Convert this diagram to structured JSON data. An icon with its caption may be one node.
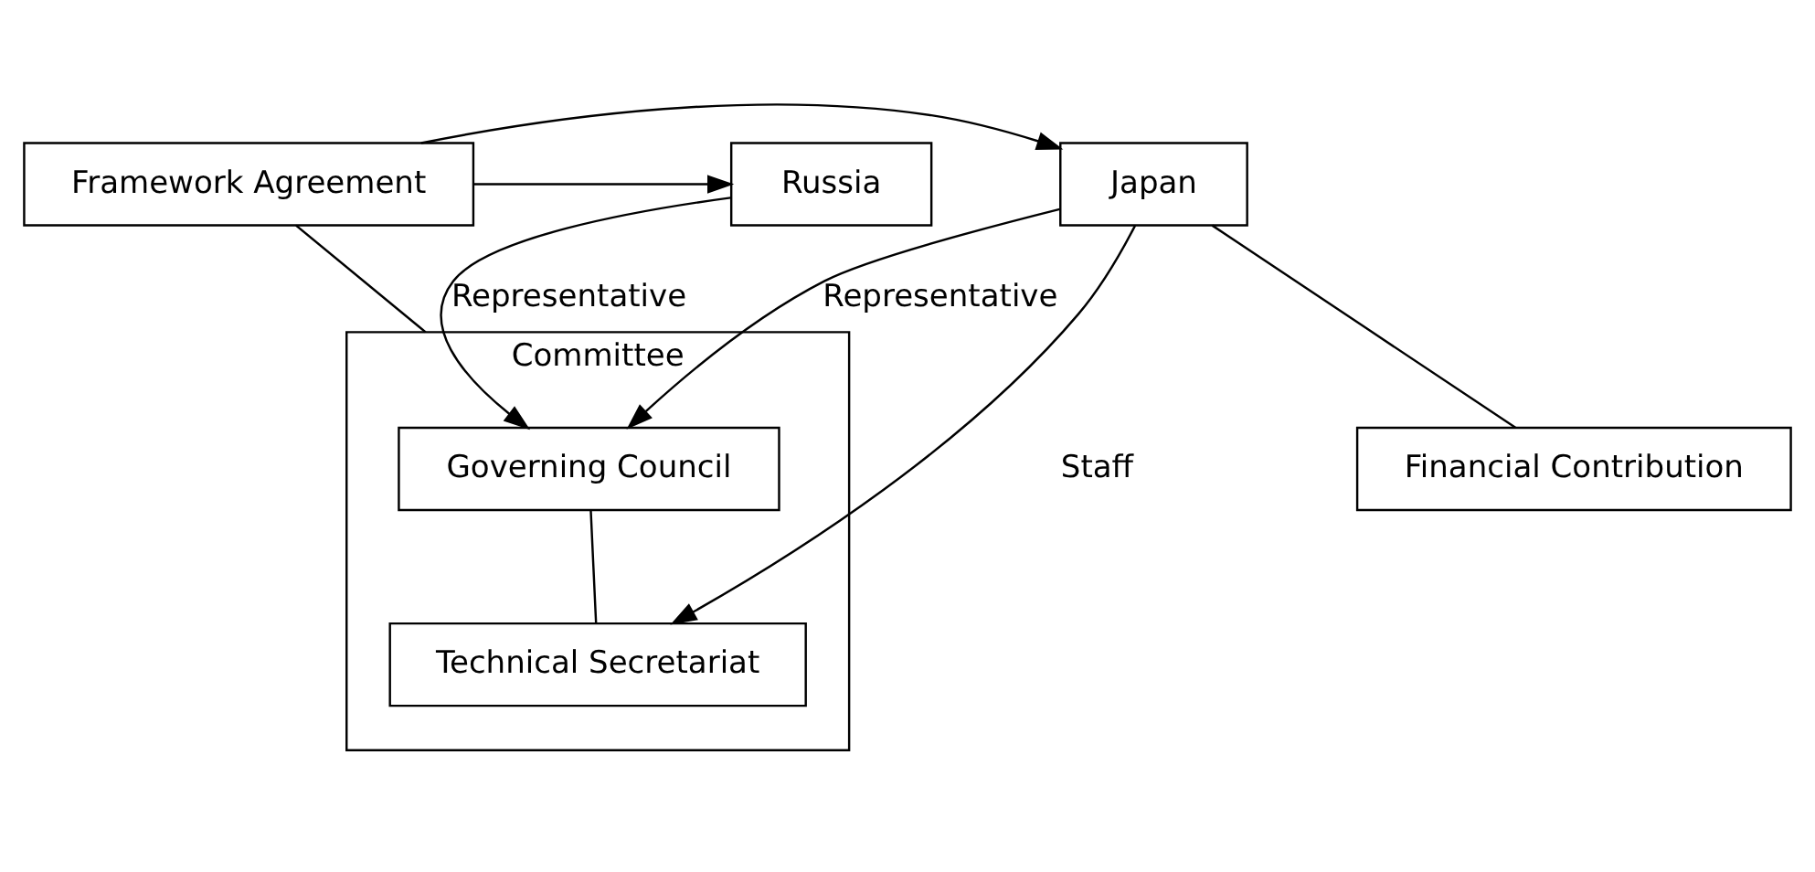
{
  "diagram": {
    "nodes": [
      {
        "text": [
          "Russia"
        ]
      },
      {
        "text": [
          "Framework Agreement"
        ]
      },
      {
        "text": [
          "Japan"
        ]
      },
      {
        "text": [
          "Committee"
        ]
      },
      {
        "text": [
          "Governing Council"
        ],
        "in": 3
      },
      {
        "text": [
          "Technical Secretariat"
        ],
        "in": 3
      },
      {
        "text": [
          "Financial Contribution"
        ]
      }
    ],
    "edges": [
      {
        "from": 1,
        "to": 0,
        "arrow": "to"
      },
      {
        "from": 1,
        "to": 2,
        "arrow": "to"
      },
      {
        "from": 1,
        "to": 3,
        "arrow": "none"
      },
      {
        "from": 0,
        "to": 4,
        "label": "Representative",
        "arrow": "to"
      },
      {
        "from": 2,
        "to": 4,
        "label": "Representative",
        "arrow": "to"
      },
      {
        "from": 2,
        "to": 5,
        "label": "Staff",
        "arrow": "to"
      },
      {
        "from": 4,
        "to": 5,
        "arrow": "none"
      },
      {
        "from": 2,
        "to": 6,
        "arrow": "none"
      }
    ]
  }
}
